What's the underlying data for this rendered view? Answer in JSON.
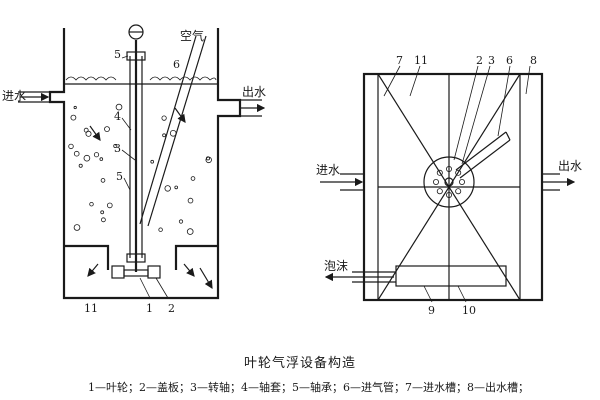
{
  "figure": {
    "caption": "叶轮气浮设备构造",
    "legend": "1—叶轮；2—盖板；3—转轴；4—轴套；5—轴承；6—进气管；7—进水槽；8—出水槽；"
  },
  "side_view": {
    "labels": {
      "inlet": "进水",
      "outlet": "出水",
      "air": "空气"
    },
    "numbers": {
      "n5_top": "5",
      "n6": "6",
      "n4": "4",
      "n3": "3",
      "n5_low": "5",
      "n11": "11",
      "n1": "1",
      "n2": "2"
    }
  },
  "plan_view": {
    "labels": {
      "inlet": "进水",
      "outlet": "出水",
      "foam": "泡沫"
    },
    "numbers": {
      "n7": "7",
      "n11": "11",
      "n2": "2",
      "n3": "3",
      "n6": "6",
      "n8": "8",
      "n9": "9",
      "n10": "10"
    }
  }
}
